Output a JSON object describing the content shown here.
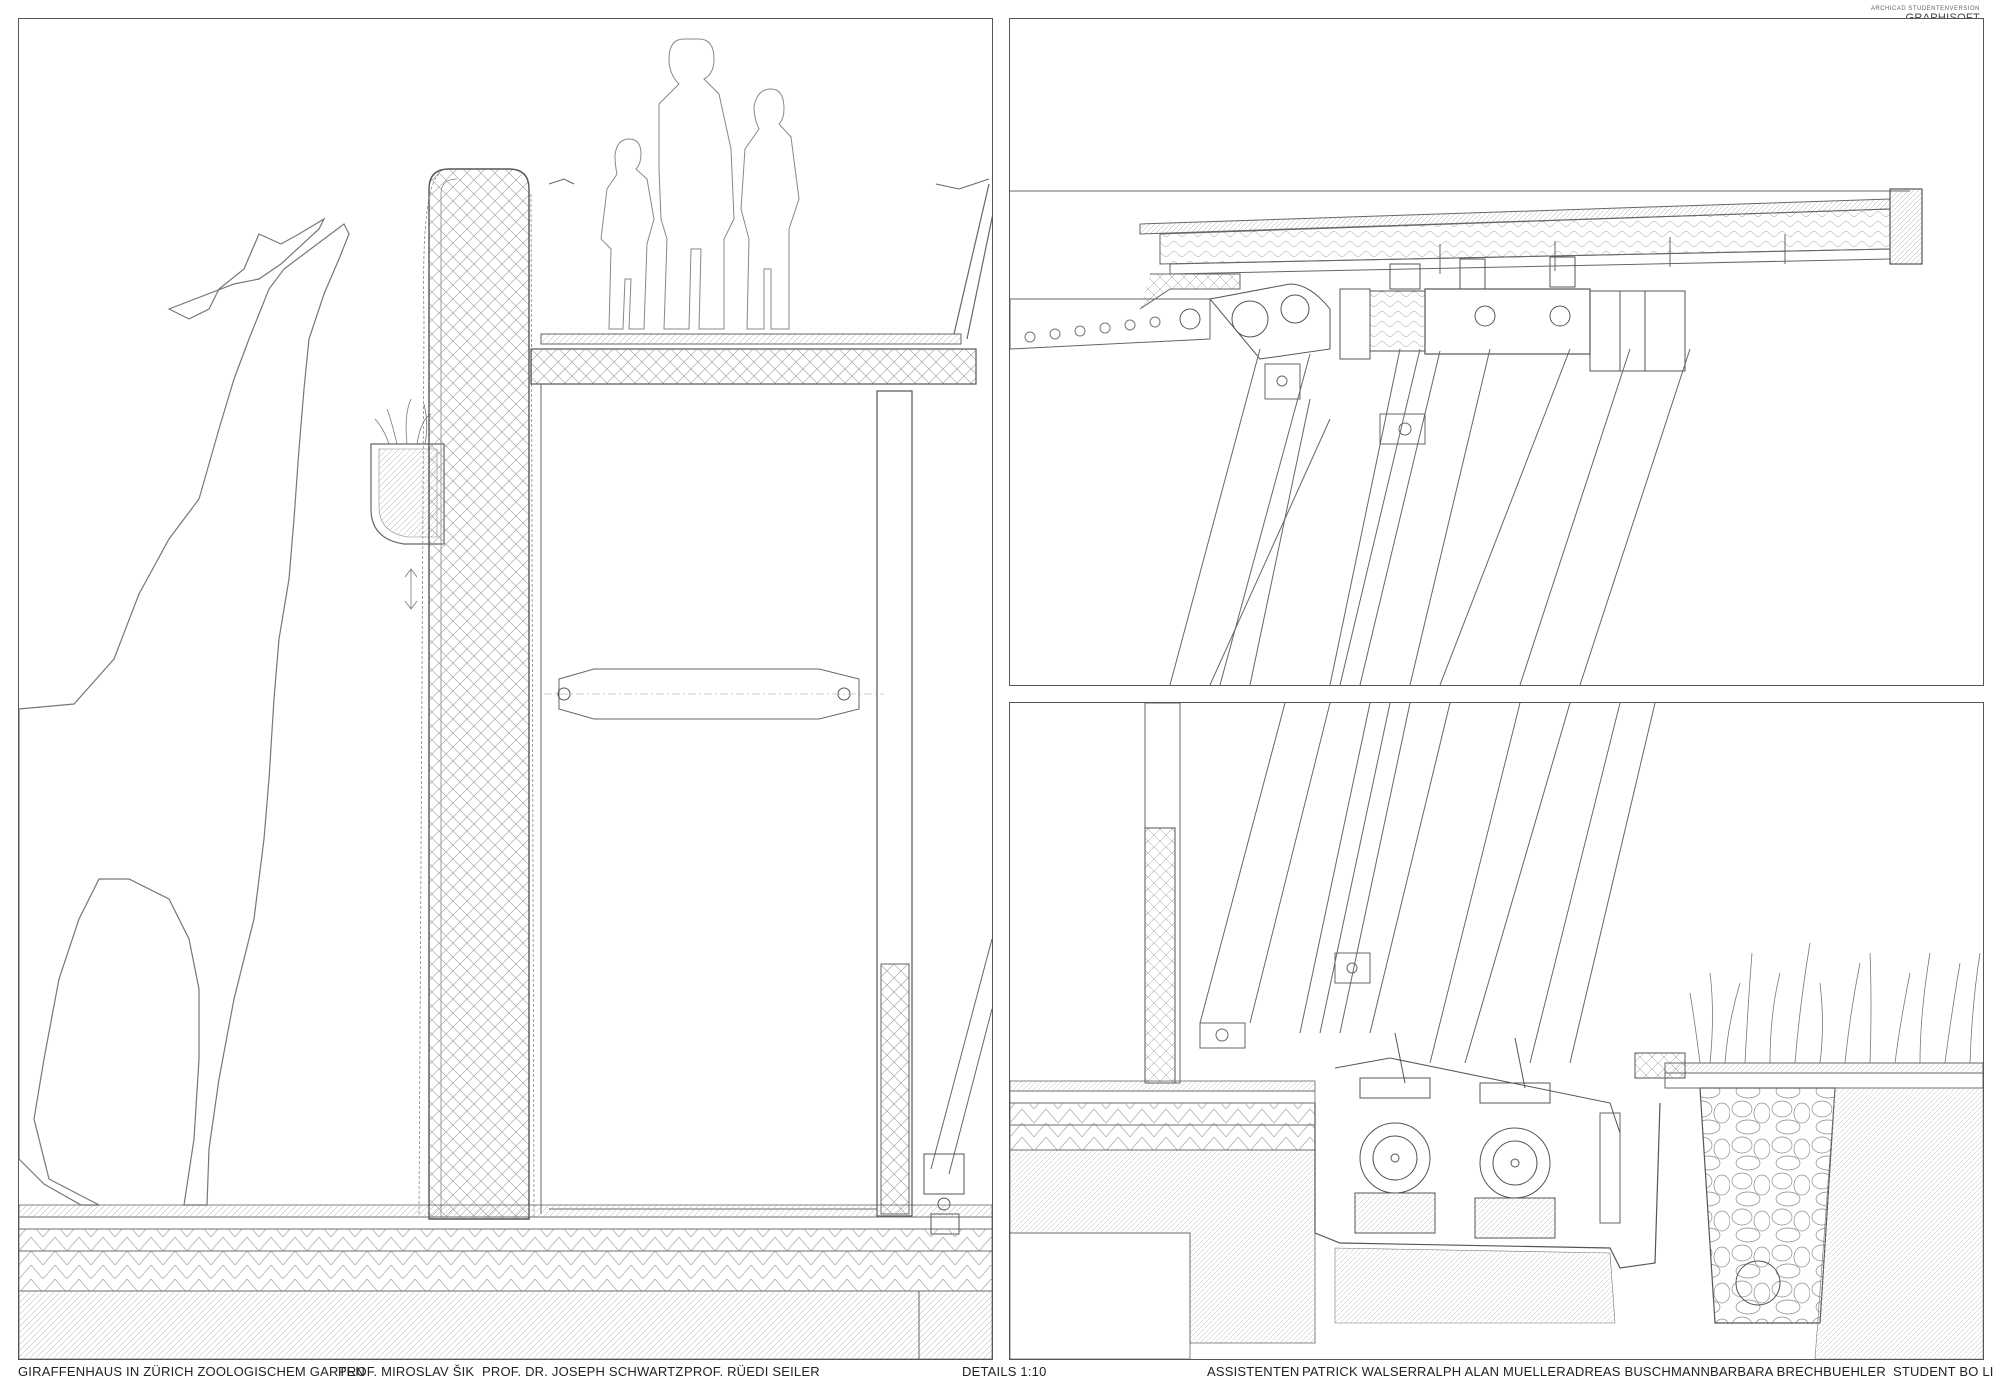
{
  "logo": {
    "caption": "ARCHICAD STUDENTENVERSION",
    "brand": "GRAPHISOFT"
  },
  "footer": {
    "project_title": "GIRAFFENHAUS IN ZÜRICH ZOOLOGISCHEM GARTEN",
    "professors": [
      "PROF. MIROSLAV ŠIK",
      "PROF. DR. JOSEPH SCHWARTZ",
      "PROF. RÜEDI SEILER"
    ],
    "scale": "DETAILS  1:10",
    "assistants_label": "ASSISTENTEN",
    "assistants": [
      "PATRICK WALSER",
      "RALPH ALAN MUELLER",
      "ADREAS BUSCHMANN",
      "BARBARA BRECHBUEHLER"
    ],
    "student": "STUDENT BO LI"
  },
  "colors": {
    "line": "#555555",
    "hatch": "#9a9a9a",
    "paper": "#ffffff"
  },
  "panels": {
    "left": "section-detail-wall-platform",
    "top_right": "roof-edge-truss-detail",
    "bottom_right": "foundation-bearing-detail"
  }
}
